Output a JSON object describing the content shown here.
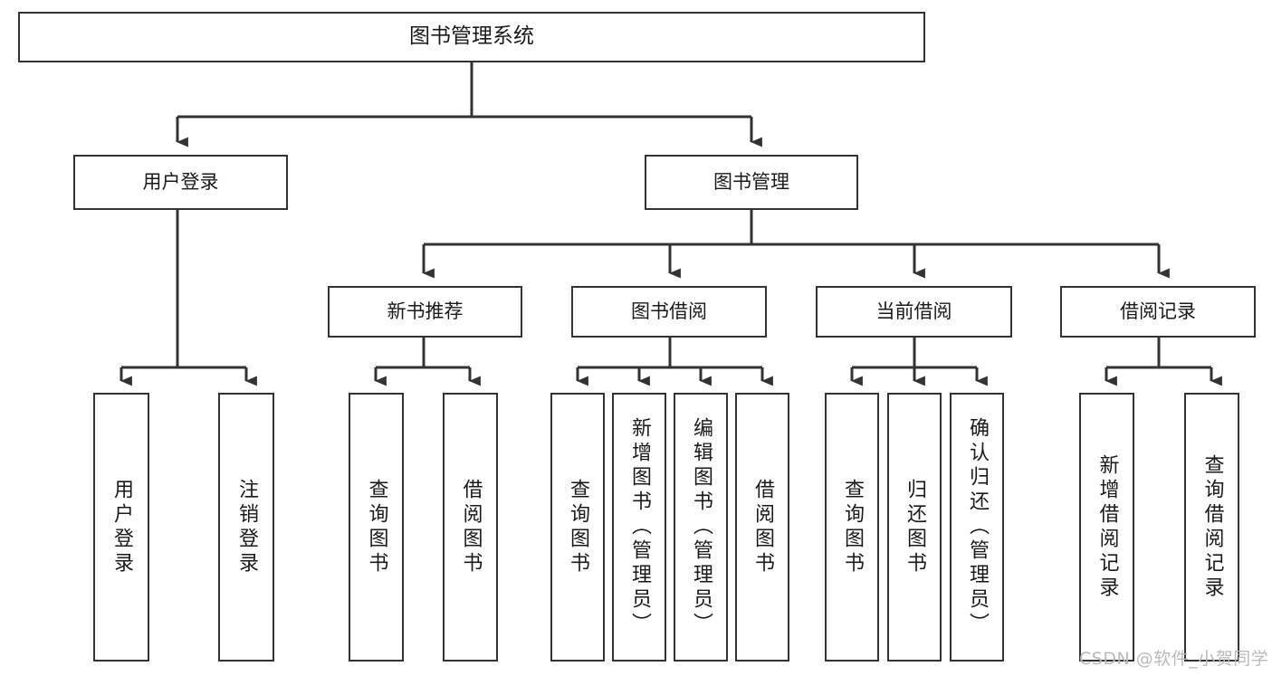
{
  "diagram": {
    "type": "tree",
    "orientation": "top-down",
    "title": "图书管理系统",
    "colors": {
      "node_border": "#333333",
      "node_fill": "#ffffff",
      "edge": "#333333",
      "text": "#1a1a1a",
      "watermark": "#b9b9b9",
      "background": "#ffffff"
    },
    "levels": {
      "root": {
        "label": "图书管理系统"
      },
      "level2": [
        {
          "label": "用户登录"
        },
        {
          "label": "图书管理"
        }
      ],
      "level3": [
        {
          "label": "新书推荐"
        },
        {
          "label": "图书借阅"
        },
        {
          "label": "当前借阅"
        },
        {
          "label": "借阅记录"
        }
      ],
      "leaves": [
        {
          "label": "用户登录",
          "parent": "用户登录"
        },
        {
          "label": "注销登录",
          "parent": "用户登录"
        },
        {
          "label": "查询图书",
          "parent": "新书推荐"
        },
        {
          "label": "借阅图书",
          "parent": "新书推荐"
        },
        {
          "label": "查询图书",
          "parent": "图书借阅"
        },
        {
          "label": "新增图书（管理员）",
          "parent": "图书借阅"
        },
        {
          "label": "编辑图书（管理员）",
          "parent": "图书借阅"
        },
        {
          "label": "借阅图书",
          "parent": "图书借阅"
        },
        {
          "label": "查询图书",
          "parent": "当前借阅"
        },
        {
          "label": "归还图书",
          "parent": "当前借阅"
        },
        {
          "label": "确认归还（管理员）",
          "parent": "当前借阅"
        },
        {
          "label": "新增借阅记录",
          "parent": "借阅记录"
        },
        {
          "label": "查询借阅记录",
          "parent": "借阅记录"
        }
      ]
    }
  },
  "watermark": {
    "text": "CSDN @软件_小贺同学"
  }
}
